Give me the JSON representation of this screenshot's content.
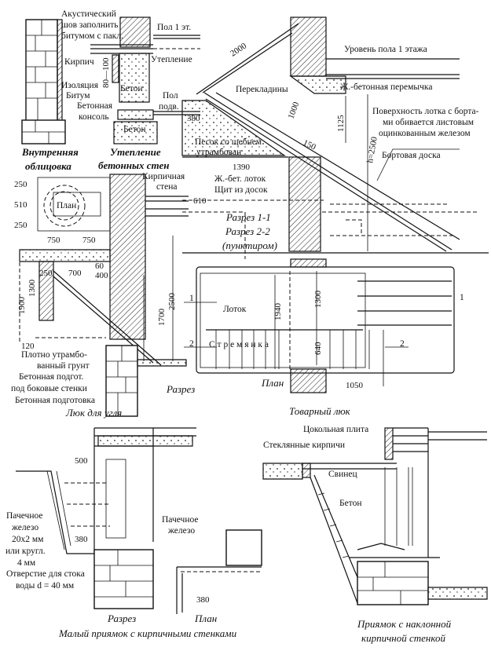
{
  "insulation": {
    "labels": [
      "Акустический",
      "шов заполнить",
      "битумом с пакл.",
      "Пол 1 эт.",
      "Кирпич",
      "Утепление",
      "Изоляция",
      "Битум",
      "Бетон",
      "Бетонная",
      "консоль",
      "Пол",
      "подв.",
      "Бетон"
    ],
    "dim": "80—100",
    "caption_left": [
      "Внутренняя",
      "облицовка"
    ],
    "caption_right": [
      "Утепление",
      "бетонных стен"
    ]
  },
  "goods_hatch_section": {
    "labels": [
      "Уровень пола 1 этажа",
      "Ж.-бетонная перемычка",
      "Перекладины",
      "Поверхность лотка с борта-",
      "ми обивается листовым",
      "оцинкованным железом",
      "Песок со щебнем",
      "утрамбован",
      "Бортовая доска",
      "Ж.-бет. лоток",
      "Щит из досок",
      "Кирпичная",
      "стена"
    ],
    "dims": [
      "2000",
      "1000",
      "1125",
      "380",
      "150",
      "h=2500",
      "1390",
      "610"
    ],
    "captions": [
      "Разрез 1-1",
      "Разрез 2-2",
      "(пунктиром)"
    ]
  },
  "coal_hatch": {
    "plan_label": "План",
    "dims": [
      "250",
      "510",
      "250",
      "750",
      "750",
      "250",
      "700",
      "60",
      "400",
      "1900",
      "1300",
      "1700",
      "2500",
      "120"
    ],
    "labels": [
      "Плотно утрамбо-",
      "ванный грунт",
      "Бетонная подгот.",
      "под боковые стенки",
      "Бетонная подготовка"
    ],
    "section_caption": "Разрез",
    "title": "Люк для угля"
  },
  "goods_hatch_plan": {
    "section_marks": [
      "1",
      "1",
      "2",
      "2"
    ],
    "labels": [
      "Лоток",
      "С т р е м я н к а"
    ],
    "dims": [
      "1940",
      "1300",
      "640",
      "1050"
    ],
    "caption": "План",
    "title": "Товарный люк"
  },
  "small_pit": {
    "dims": [
      "500",
      "380",
      "380"
    ],
    "labels": [
      "Пачечное",
      "железо",
      "20x2 мм",
      "или кругл.",
      "4 мм",
      "Отверстие для стока",
      "воды d = 40 мм",
      "Пачечное",
      "железо"
    ],
    "captions": [
      "Разрез",
      "План"
    ],
    "title": "Малый приямок с кирпичными стенками"
  },
  "sloped_pit": {
    "labels": [
      "Цокольная плита",
      "Стеклянные кирпичи",
      "Свинец",
      "Бетон"
    ],
    "title": [
      "Приямок с наклонной",
      "кирпичной стенкой"
    ]
  }
}
